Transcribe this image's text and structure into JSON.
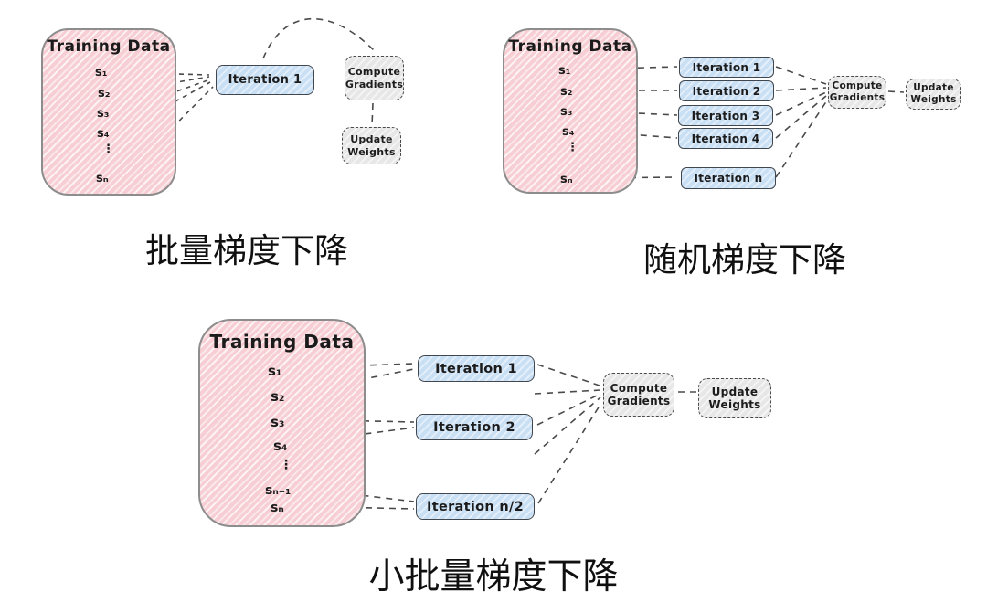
{
  "colors": {
    "training_fill": "#f6ced3",
    "iteration_fill": "#c9dff4",
    "process_fill": "#e7e7e7",
    "stroke": "#4a4a4a",
    "text": "#1b1b1b"
  },
  "panels": [
    {
      "caption": "批量梯度下降",
      "training_label": "Training Data",
      "samples": [
        "s₁",
        "s₂",
        "s₃",
        "s₄"
      ],
      "ellipsis": "⋮",
      "tail_samples": [
        "sₙ"
      ],
      "iterations": [
        "Iteration 1"
      ],
      "compute": {
        "line1": "Compute",
        "line2": "Gradients"
      },
      "update": {
        "line1": "Update",
        "line2": "Weights"
      }
    },
    {
      "caption": "随机梯度下降",
      "training_label": "Training Data",
      "samples": [
        "s₁",
        "s₂",
        "s₃",
        "s₄"
      ],
      "ellipsis": "⋮",
      "tail_samples": [
        "sₙ"
      ],
      "iterations": [
        "Iteration 1",
        "Iteration 2",
        "Iteration 3",
        "Iteration 4",
        "Iteration n"
      ],
      "compute": {
        "line1": "Compute",
        "line2": "Gradients"
      },
      "update": {
        "line1": "Update",
        "line2": "Weights"
      }
    },
    {
      "caption": "小批量梯度下降",
      "training_label": "Training Data",
      "samples": [
        "s₁",
        "s₂",
        "s₃",
        "s₄"
      ],
      "ellipsis": "⋮",
      "tail_samples": [
        "sₙ₋₁",
        "sₙ"
      ],
      "iterations": [
        "Iteration 1",
        "Iteration 2",
        "Iteration n/2"
      ],
      "compute": {
        "line1": "Compute",
        "line2": "Gradients"
      },
      "update": {
        "line1": "Update",
        "line2": "Weights"
      }
    }
  ]
}
